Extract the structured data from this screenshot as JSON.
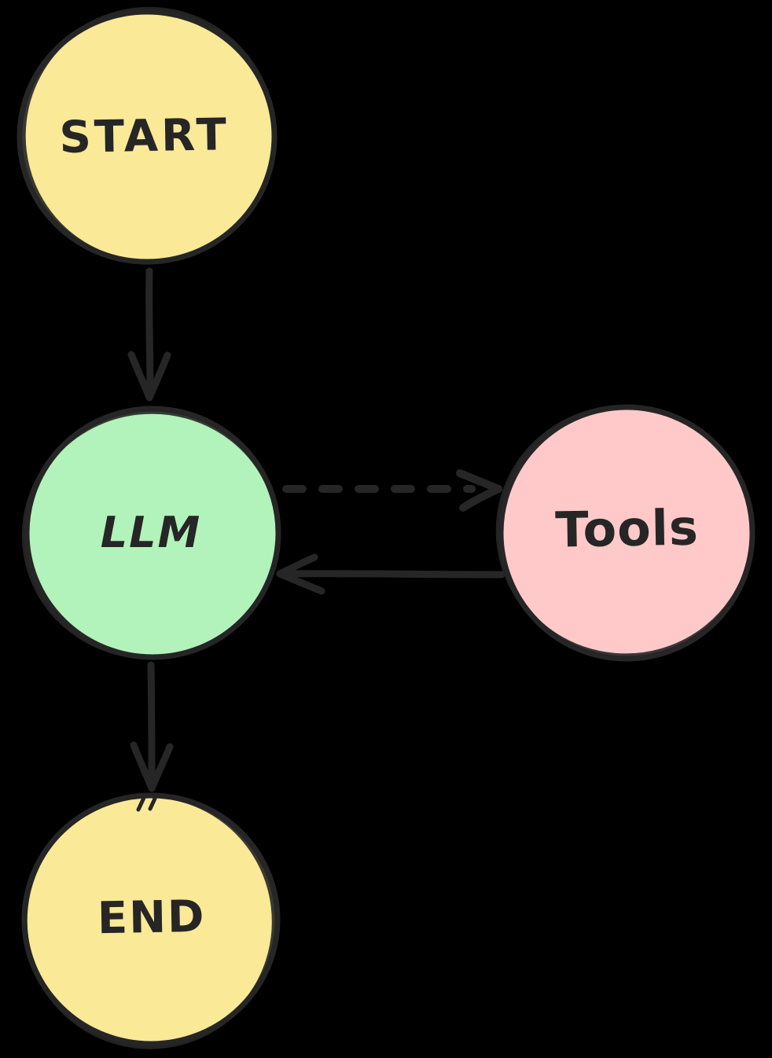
{
  "canvas": {
    "background": "#000000",
    "stroke": "#262626",
    "description": "Hand-drawn agent loop flowchart"
  },
  "nodes": {
    "start": {
      "label": "START",
      "shape": "circle",
      "fill": "#fae996"
    },
    "llm": {
      "label": "LLM",
      "shape": "circle",
      "fill": "#b2f2bb"
    },
    "tools": {
      "label": "Tools",
      "shape": "circle",
      "fill": "#ffc9c9"
    },
    "end": {
      "label": "END",
      "shape": "circle",
      "fill": "#fae996"
    }
  },
  "edges": [
    {
      "name": "start-to-llm",
      "from": "START",
      "to": "LLM",
      "style": "solid",
      "direction": "down"
    },
    {
      "name": "llm-to-tools",
      "from": "LLM",
      "to": "Tools",
      "style": "dashed",
      "direction": "right"
    },
    {
      "name": "tools-to-llm",
      "from": "Tools",
      "to": "LLM",
      "style": "solid",
      "direction": "left"
    },
    {
      "name": "llm-to-end",
      "from": "LLM",
      "to": "END",
      "style": "solid",
      "direction": "down"
    }
  ]
}
